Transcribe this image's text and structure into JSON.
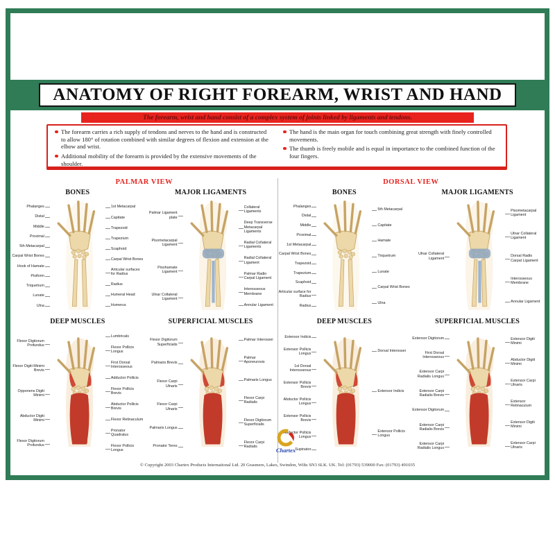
{
  "title": "ANATOMY  OF RIGHT FOREARM, WRIST AND HAND",
  "banner": "The forearm, wrist and hand consist of a complex system of joints linked by ligaments and tendons.",
  "intro": {
    "left": [
      "The forearm carries a rich supply of tendons and nerves to the hand and is constructed to allow 180° of rotation combined with similar degrees of flexion and extension at the elbow and wrist.",
      "Additional mobility of the forearm is provided by the extensive movements of the shoulder."
    ],
    "right": [
      "The hand is the main organ for touch combining great strength with finely controlled movements.",
      "The thumb is freely mobile and is equal in importance to the combined function of the four fingers."
    ]
  },
  "views": {
    "palmar": "PALMAR VIEW",
    "dorsal": "DORSAL VIEW"
  },
  "panels": {
    "palmar_bones": {
      "title": "BONES",
      "left": [
        "Phalanges",
        "Distal",
        "Middle",
        "Proximal",
        "5th Metacarpal",
        "Carpal Wrist Bones",
        "Hook of Hamate",
        "Pisiform",
        "Triquetrum",
        "Lunate",
        "Ulna"
      ],
      "right": [
        "1st Metacarpal",
        "Capitate",
        "Trapezoid",
        "Trapezium",
        "Scaphoid",
        "Carpal Wrist Bones",
        "Articular surfaces for Radius",
        "Radius",
        "Humeral Head",
        "Humerus"
      ]
    },
    "palmar_ligaments": {
      "title": "MAJOR LIGAMENTS",
      "left": [
        "Palmar Ligament plate",
        "Pisometacarpal Ligament",
        "Pisohamate Ligament",
        "Ulnar Collateral Ligament"
      ],
      "right": [
        "Collateral Ligaments",
        "Deep Transverse Metacarpal Ligaments",
        "Radial Collateral Ligaments",
        "Radial Collateral Ligament",
        "Palmar Radio Carpal Ligament",
        "Interosseous Membrane",
        "Annular Ligament"
      ]
    },
    "dorsal_bones": {
      "title": "BONES",
      "left": [
        "Phalanges",
        "Distal",
        "Middle",
        "Proximal",
        "1st Metacarpal",
        "Carpal Wrist Bones",
        "Trapezoid",
        "Trapezium",
        "Scaphoid",
        "Articular surface for Radius",
        "Radius"
      ],
      "right": [
        "5th Metacarpal",
        "Capitate",
        "Hamate",
        "Triquetrum",
        "Lunate",
        "Carpal Wrist Bones",
        "Ulna"
      ]
    },
    "dorsal_ligaments": {
      "title": "MAJOR LIGAMENTS",
      "left": [
        "Ulnar Collateral Ligament"
      ],
      "right": [
        "Pisometacarpal Ligament",
        "Ulnar Collateral Ligament",
        "Dorsal Radio Carpal Ligament",
        "Interosseous Membrane",
        "Annular Ligament"
      ]
    },
    "palmar_deep": {
      "title": "DEEP MUSCLES",
      "left": [
        "Flexor Digitorum Profundus",
        "Flexor Digiti Minimi Brevis",
        "Opponens Digiti Minimi",
        "Abductor Digiti Minimi",
        "Flexor Digitorum Profundus"
      ],
      "right": [
        "Lumbricals",
        "Flexor Pollicis Longus",
        "First Dorsal Interosseous",
        "Adductor Pollicis",
        "Flexor Pollicis Brevis",
        "Abductor Pollicis Brevis",
        "Flexor Retinaculum",
        "Pronator Quadratus",
        "Flexor Pollicis Longus"
      ]
    },
    "palmar_superficial": {
      "title": "SUPERFICIAL MUSCLES",
      "left": [
        "Flexor Digitorum Superficialis",
        "Palmaris Brevis",
        "Flexor Carpi Ulnaris",
        "Flexor Carpi Ulnaris",
        "Palmaris Longus",
        "Pronator Teres"
      ],
      "right": [
        "Palmar Interossei",
        "Palmar Aponeurosis",
        "Palmaris Longus",
        "Flexor Carpi Radialis",
        "Flexor Digitorum Superficialis",
        "Flexor Carpi Radialis"
      ]
    },
    "dorsal_deep": {
      "title": "DEEP MUSCLES",
      "left": [
        "Extensor Indicis",
        "Extensor Pollicis Longus",
        "1st Dorsal Interosseous",
        "Extensor Pollicis Brevis",
        "Abductor Pollicis Longus",
        "Extensor Pollicis Brevis",
        "Abductor Pollicis Longus",
        "Supinator"
      ],
      "right": [
        "Dorsal Interossei",
        "Extensor Indicis",
        "Extensor Pollicis Longus"
      ]
    },
    "dorsal_superficial": {
      "title": "SUPERFICIAL MUSCLES",
      "left": [
        "Extensor Digitorum",
        "First Dorsal Interosseous",
        "Extensor Carpi Radialis Longus",
        "Extensor Carpi Radialis Brevis",
        "Extensor Digitorum",
        "Extensor Carpi Radialis Brevis",
        "Extensor Carpi Radialis Longus"
      ],
      "right": [
        "Extensor Digiti Minimi",
        "Abductor Digiti Minimi",
        "Extensor Carpi Ulnaris",
        "Extensor Retinaculum",
        "Extensor Digiti Minimi",
        "Extensor Carpi Ulnaris"
      ]
    }
  },
  "footer": "© Copyright 2003 Chartex Products International Ltd. 20 Grasmere, Lakes, Swindon, Wilts SN3 6LK. UK. Tel: (01793) 539000 Fax: (01793) 491035",
  "logo": {
    "name": "Chartex"
  },
  "colors": {
    "green": "#2f7c57",
    "red": "#e8231e",
    "bone": "#ecd8a9",
    "muscle": "#c23b2a",
    "ligament": "#8ea6c0"
  }
}
